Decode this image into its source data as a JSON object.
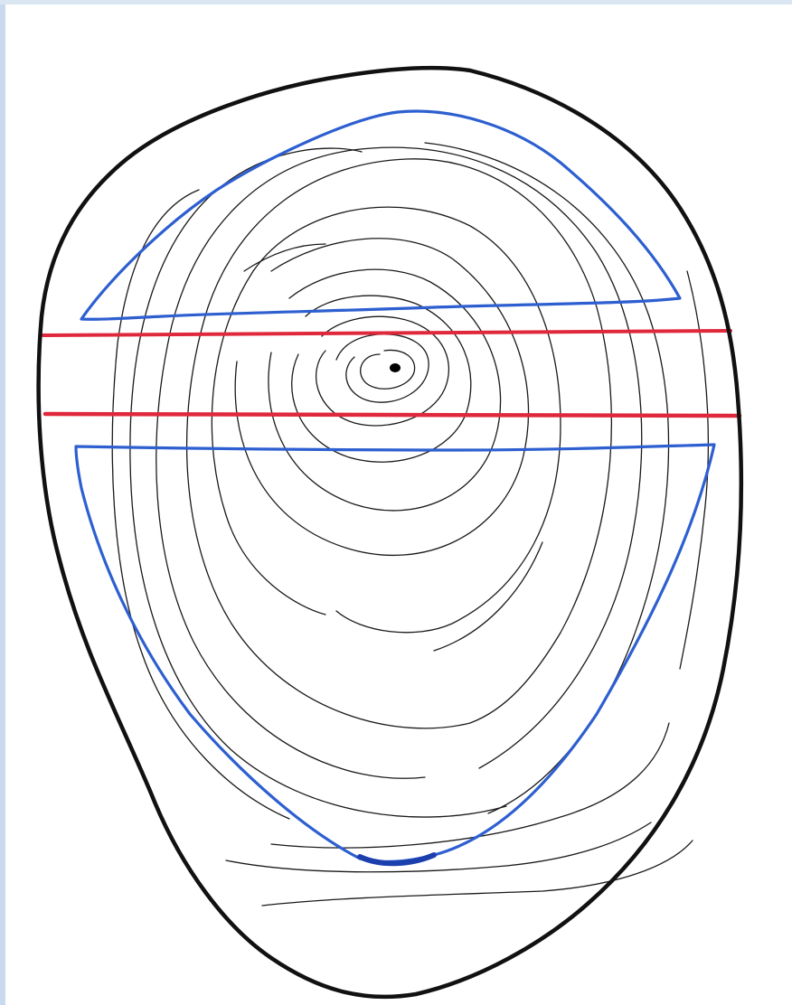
{
  "colors": {
    "outline": "#111111",
    "growth_rings": "#1a1a1a",
    "pith": "#000000",
    "segment_outline": "#2d5fd0",
    "band_lines": "#e0283c",
    "frame": "#c9d9ee",
    "background": "#ffffff"
  },
  "elements": [
    "log-cross-section-outline",
    "growth-rings",
    "pith-dot",
    "upper-segment-outline",
    "lower-segment-outline",
    "band-line-top",
    "band-line-bottom"
  ]
}
